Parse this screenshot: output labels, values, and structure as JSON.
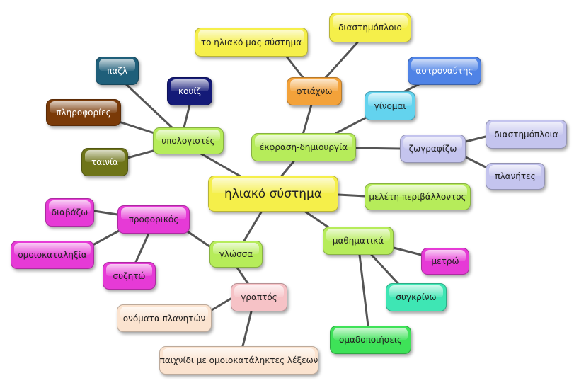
{
  "central": "ηλιακό σύστημα",
  "nodes": {
    "ypologistes": "υπολογιστές",
    "pazl": "παζλ",
    "kouiz": "κουίζ",
    "plirofories": "πληροφορίες",
    "tainia": "ταινία",
    "ekfrasi": "έκφραση-δημιουργία",
    "ftiaxno": "φτιάχνω",
    "to_iliako": "το ηλιακό μας σύστημα",
    "diastimoploio": "διαστημόπλοιο",
    "ginomai": "γίνομαι",
    "astronaftis": "αστροναύτης",
    "zografizo": "ζωγραφίζω",
    "diastimoploia": "διαστημόπλοια",
    "planites": "πλανήτες",
    "meleti": "μελέτη περιβάλλοντος",
    "mathimatika": "μαθηματικά",
    "metro": "μετρώ",
    "sygkrino": "συγκρίνω",
    "omadopoiiseis": "ομαδοποιήσεις",
    "glossa": "γλώσσα",
    "proforikos": "προφορικός",
    "diavazo": "διαβάζω",
    "omoiokatalixia": "ομοιοκαταληξία",
    "syzito": "συζητώ",
    "graptos": "γραπτός",
    "onomata": "ονόματα πλανητών",
    "paixnidi": "παιχνίδι με ομοιοκατάληκτες λέξεων"
  },
  "colors": {
    "yellow": "#f5ef4a",
    "lime": "#b6ec5a",
    "orange": "#f3a23a",
    "cyan": "#63d3ee",
    "blue": "#4f83e6",
    "lavender": "#c4c4ee",
    "magenta": "#e63ad6",
    "pink": "#f6c2c6",
    "peach": "#fbe3cf",
    "mint": "#3ee6b4",
    "green": "#3ee258",
    "teal": "#1f5f7a",
    "navy": "#141a78",
    "brown": "#7a3a08",
    "olive": "#6e7418"
  }
}
